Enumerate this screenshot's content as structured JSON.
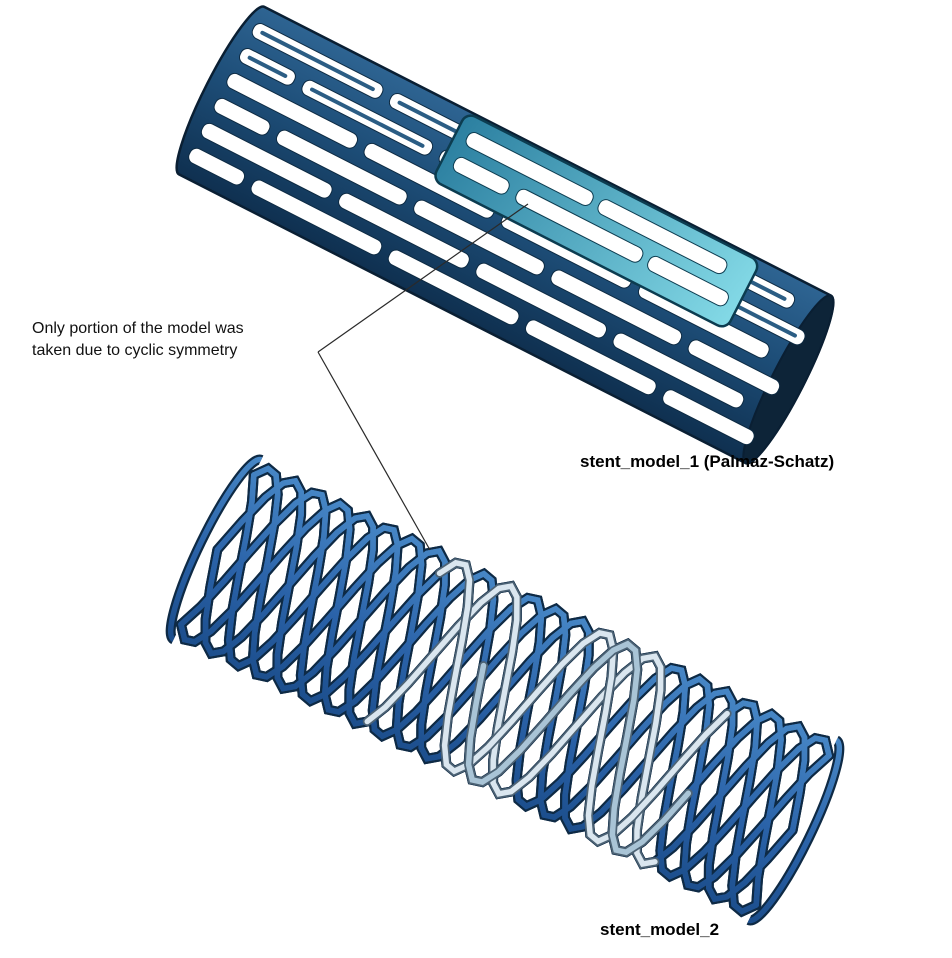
{
  "annotation": {
    "text": "Only portion of the model was\ntaken due to cyclic symmetry"
  },
  "models": {
    "model1": {
      "label": "stent_model_1 (Palmaz-Schatz)"
    },
    "model2": {
      "label": "stent_model_2"
    }
  },
  "colors": {
    "background": "#ffffff",
    "annotation_text": "#111111",
    "leader_line": "#2a2a2a",
    "stent1_body_top": "#2e6492",
    "stent1_body_mid": "#1d4d77",
    "stent1_body_bottom": "#0f3050",
    "stent1_edge": "#0a1f33",
    "stent1_inner": "#0d2438",
    "stent1_slot": "#ffffff",
    "stent1_slot_edge": "#0d2a42",
    "stent1_farside_strut": "#2b5d84",
    "highlight_teal_light": "#83d9e6",
    "highlight_teal_dark": "#2b7fa0",
    "highlight_edge": "#0c3c50",
    "stent2_mesh_light": "#4787c6",
    "stent2_mesh_mid": "#2a62a8",
    "stent2_mesh_dark": "#1c4e8c",
    "stent2_outline": "#0e2a45",
    "stent2_highlight": "#dae6ef",
    "stent2_highlight_mid": "#a9c4d6",
    "stent2_highlight_edge": "#4d6375"
  }
}
